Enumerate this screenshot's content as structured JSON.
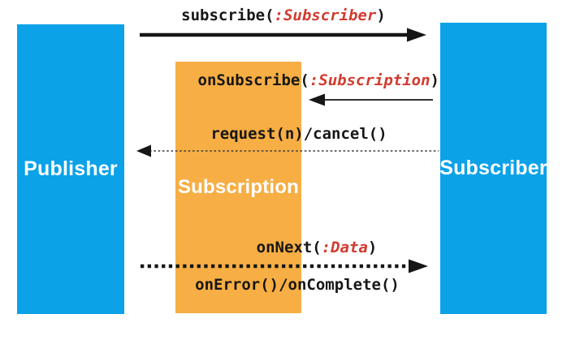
{
  "diagram": {
    "title": "Reactive Streams Publisher-Subscriber sequence diagram",
    "boxes": {
      "publisher": {
        "label": "Publisher",
        "color": "#0ba2e8"
      },
      "subscription": {
        "label": "Subscription",
        "color": "#f7ae44"
      },
      "subscriber": {
        "label": "Subscriber",
        "color": "#0ba2e8"
      }
    },
    "messages": {
      "subscribe": {
        "pre": "subscribe(",
        "arg": ":Subscriber",
        "post": ")"
      },
      "on_subscribe": {
        "pre": "onSubscribe(",
        "arg": ":Subscription",
        "post": ")"
      },
      "request_cancel": {
        "text": "request(n)/cancel()"
      },
      "on_next": {
        "pre": "onNext(",
        "arg": ":Data",
        "post": ")"
      },
      "on_error_complete": {
        "text": "onError()/onComplete()"
      }
    },
    "arrows": {
      "subscribe": {
        "style": "solid-thick",
        "direction": "right",
        "from": "Publisher",
        "to": "Subscriber"
      },
      "on_subscribe": {
        "style": "solid-thin",
        "direction": "left",
        "from": "Subscriber",
        "to": "Subscription"
      },
      "request_cancel": {
        "style": "dashed-thin",
        "direction": "left",
        "from": "Subscriber",
        "to": "Publisher"
      },
      "on_next": {
        "style": "dotted-thick",
        "direction": "right",
        "from": "Publisher",
        "to": "Subscriber"
      }
    },
    "colors": {
      "box_blue": "#0ba2e8",
      "box_orange": "#f7ae44",
      "text_black": "#161616",
      "text_red": "#d23b2f",
      "arrow_black": "#161616",
      "arrow_dash_gray": "#3c3c3c",
      "background": "#ffffff"
    }
  }
}
